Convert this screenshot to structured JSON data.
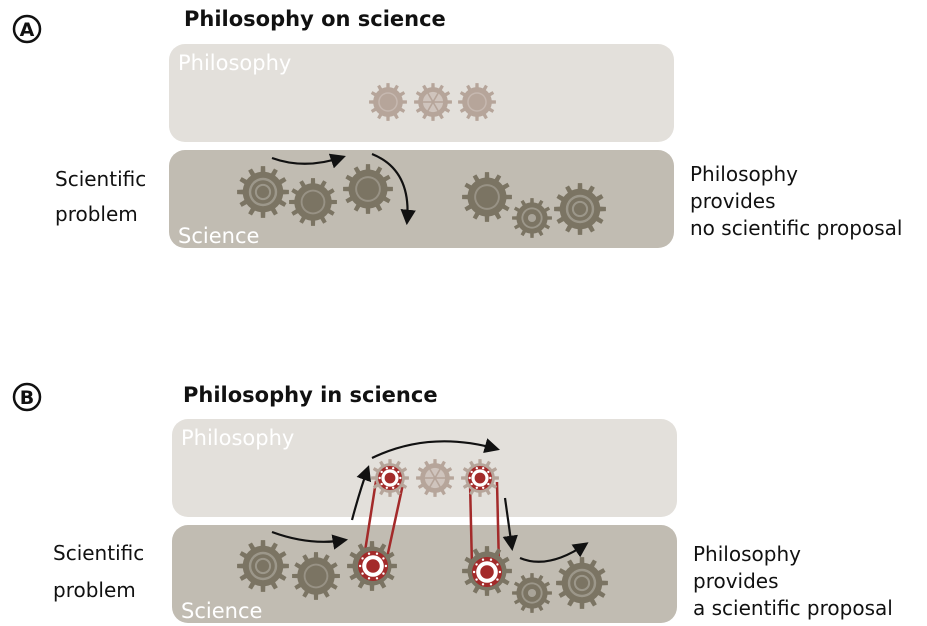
{
  "panel_a": {
    "letter": "A",
    "title": "Philosophy on science",
    "philosophy_label": "Philosophy",
    "science_label": "Science",
    "left_text": [
      "Scientific",
      "problem"
    ],
    "right_text": [
      "Philosophy",
      "provides",
      "no scientific proposal"
    ]
  },
  "panel_b": {
    "letter": "B",
    "title": "Philosophy in science",
    "philosophy_label": "Philosophy",
    "science_label": "Science",
    "left_text": [
      "Scientific",
      "problem"
    ],
    "right_text": [
      "Philosophy",
      "provides",
      "a scientific proposal"
    ]
  },
  "colors": {
    "philosophy_band": "#e3e0db",
    "science_band": "#c1bcb2",
    "science_gear": "#7b7463",
    "philosophy_gear": "#b6a59a",
    "belt": "#a32a2a",
    "arrow": "#111111"
  }
}
